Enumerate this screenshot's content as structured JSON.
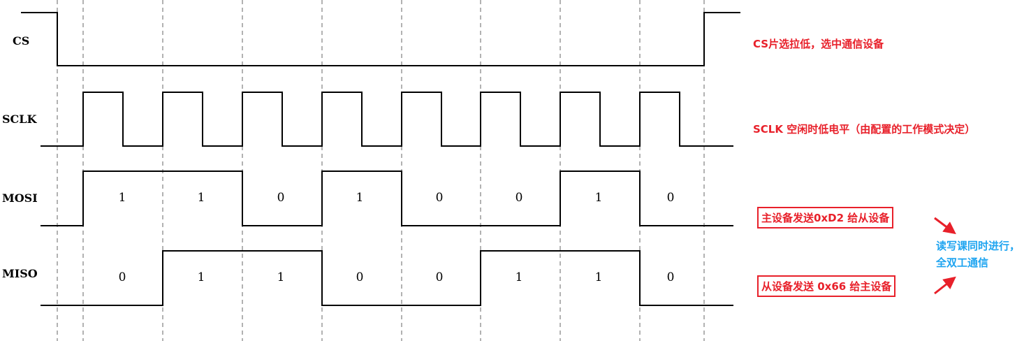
{
  "signals": [
    {
      "name": "CS"
    },
    {
      "name": "SCLK"
    },
    {
      "name": "MOSI",
      "bits": [
        "1",
        "1",
        "0",
        "1",
        "0",
        "0",
        "1",
        "0"
      ]
    },
    {
      "name": "MISO",
      "bits": [
        "0",
        "1",
        "1",
        "0",
        "0",
        "1",
        "1",
        "0"
      ]
    }
  ],
  "annotations": {
    "cs": "CS片选拉低，选中通信设备",
    "sclk": "SCLK 空闲时低电平（由配置的工作模式决定）",
    "master_send": "主设备发送0xD2 给从设备",
    "slave_send": "从设备发送 0x66 给主设备",
    "full_duplex_line1": "读写课同时进行，",
    "full_duplex_line2": "全双工通信"
  },
  "colors": {
    "annotation": "#e8202a",
    "note": "#1ea4f0",
    "waveform": "#000000"
  }
}
